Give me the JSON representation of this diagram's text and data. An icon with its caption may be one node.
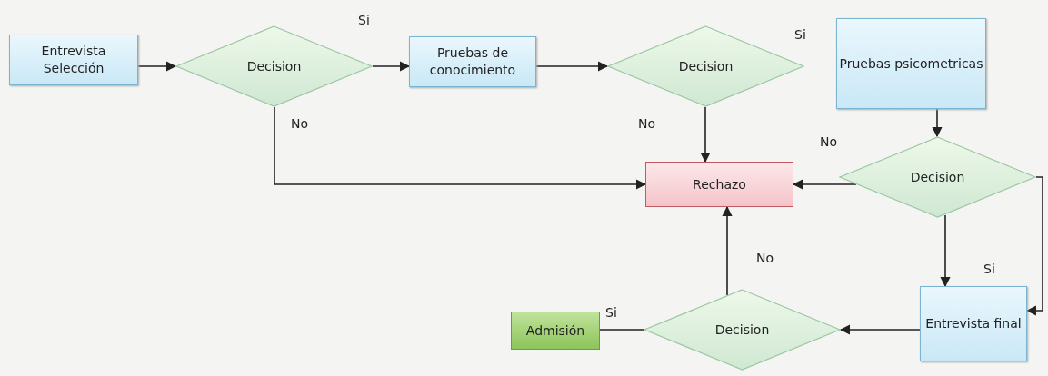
{
  "diagram": {
    "nodes": [
      {
        "text": [
          "Entrevista Selección"
        ]
      },
      {
        "text": [
          "Decision"
        ]
      },
      {
        "text": [
          "Pruebas de conocimiento"
        ]
      },
      {
        "text": [
          "Decision"
        ]
      },
      {
        "text": [
          "Pruebas psicometricas"
        ]
      },
      {
        "text": [
          "Rechazo"
        ]
      },
      {
        "text": [
          "Decision"
        ]
      },
      {
        "text": [
          "Entrevista final"
        ]
      },
      {
        "text": [
          "Decision"
        ]
      },
      {
        "text": [
          "Admisión"
        ]
      }
    ],
    "edges": [
      {
        "from": 0,
        "to": 1,
        "arrow": "to"
      },
      {
        "from": 1,
        "to": 2,
        "arrow": "to",
        "label": "Si"
      },
      {
        "from": 2,
        "to": 3,
        "arrow": "to"
      },
      {
        "from": 1,
        "to": 5,
        "arrow": "to",
        "label": "No"
      },
      {
        "from": 3,
        "to": 5,
        "arrow": "to",
        "label": "No"
      },
      {
        "from": 4,
        "to": 6,
        "arrow": "to"
      },
      {
        "from": 6,
        "to": 5,
        "arrow": "to",
        "label": "No"
      },
      {
        "from": 6,
        "to": 7,
        "arrow": "to",
        "label": "Si"
      },
      {
        "from": 6,
        "to": 7,
        "arrow": "to"
      },
      {
        "from": 7,
        "to": 8,
        "arrow": "to"
      },
      {
        "from": 8,
        "to": 5,
        "arrow": "to",
        "label": "No"
      },
      {
        "from": 8,
        "to": 9,
        "arrow": "none",
        "label": "Si"
      }
    ],
    "labels": [
      "Si"
    ]
  }
}
